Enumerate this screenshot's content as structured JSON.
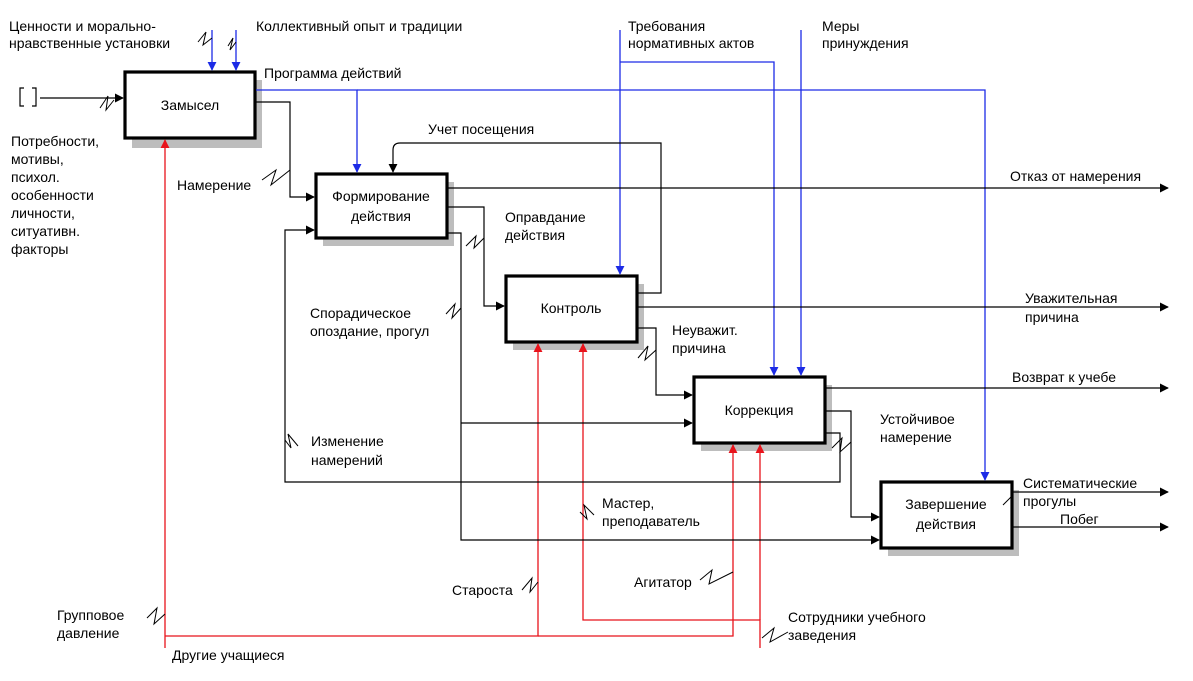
{
  "nodes": {
    "zamysel": "Замысел",
    "formirovanie": [
      "Формирование",
      "действия"
    ],
    "kontrol": "Контроль",
    "korrekciya": "Коррекция",
    "zavershenie": [
      "Завершение",
      "действия"
    ]
  },
  "labels": {
    "cennosti": [
      "Ценности и морально-",
      "нравственные установки"
    ],
    "opyt": "Коллективный опыт и традиции",
    "trebovaniya": [
      "Требования",
      "нормативных актов"
    ],
    "mery": [
      "Меры",
      "принуждения"
    ],
    "programma": "Программа действий",
    "potrebnosti": [
      "Потребности,",
      "мотивы,",
      "психол.",
      "особенности",
      "личности,",
      "ситуативн.",
      "факторы"
    ],
    "namerenie": "Намерение",
    "uchet": "Учет посещения",
    "otkaz": "Отказ от намерения",
    "opravdanie": [
      "Оправдание",
      "действия"
    ],
    "sporadicheskoe": [
      "Спорадическое",
      "опоздание, прогул"
    ],
    "uvazhitelnaya": [
      "Уважительная",
      "причина"
    ],
    "neuvazhit": [
      "Неуважит.",
      "причина"
    ],
    "vozvrat": "Возврат к учебе",
    "ustoychivoe": [
      "Устойчивое",
      "намерение"
    ],
    "izmenenie": [
      "Изменение",
      "намерений"
    ],
    "sistematicheskie": [
      "Систематические",
      "прогулы"
    ],
    "pobeg": "Побег",
    "master": [
      "Мастер,",
      "преподаватель"
    ],
    "starosta": "Староста",
    "agitator": "Агитатор",
    "gruppovoe": [
      "Групповое",
      "давление"
    ],
    "drugie": "Другие учащиеся",
    "sotrudniki": [
      "Сотрудники учебного",
      "заведения"
    ]
  },
  "colors": {
    "control_arrow": "#1c2be6",
    "mechanism_arrow": "#e8131b",
    "flow_arrow": "#000000"
  }
}
